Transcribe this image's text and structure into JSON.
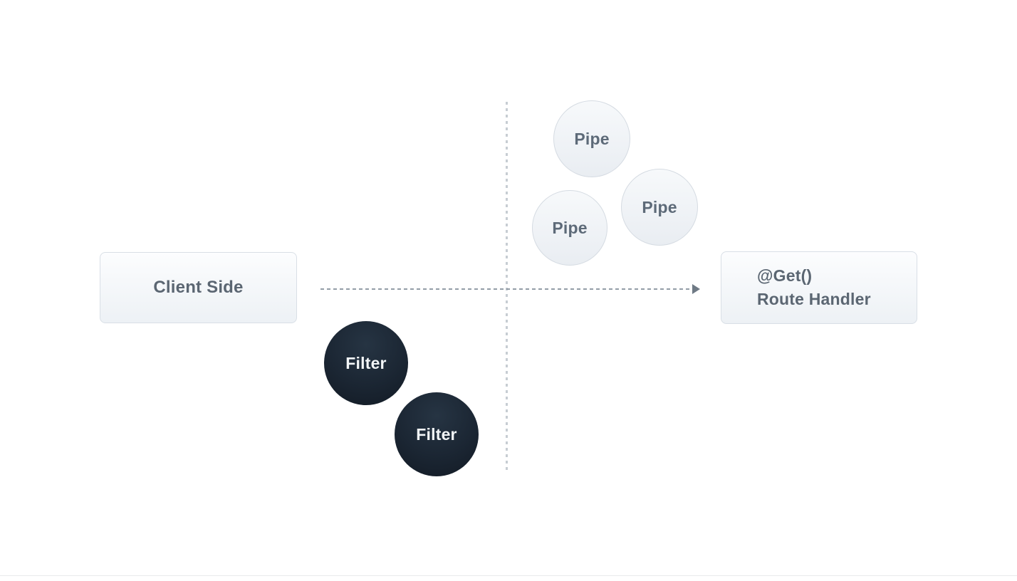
{
  "diagram": {
    "client_node": {
      "label": "Client Side"
    },
    "route_node": {
      "decorator": "@Get()",
      "label": "Route Handler"
    },
    "pipes": [
      {
        "label": "Pipe"
      },
      {
        "label": "Pipe"
      },
      {
        "label": "Pipe"
      }
    ],
    "filters": [
      {
        "label": "Filter"
      },
      {
        "label": "Filter"
      }
    ],
    "colors": {
      "background": "#ffffff",
      "node_border": "#d9dfe6",
      "node_fill_top": "#fcfdfe",
      "node_fill_bottom": "#edf1f5",
      "node_text": "#5b6672",
      "pipe_border": "#d5dbe2",
      "pipe_text": "#5d6a78",
      "filter_fill_dark": "#121a24",
      "filter_fill_light": "#263443",
      "filter_text": "#f2f5f7",
      "arrow_dash": "#939da7",
      "arrowhead": "#6f7a85",
      "boundary_dash": "#c7cdd3",
      "bottom_divider": "#e9eaeb"
    }
  }
}
